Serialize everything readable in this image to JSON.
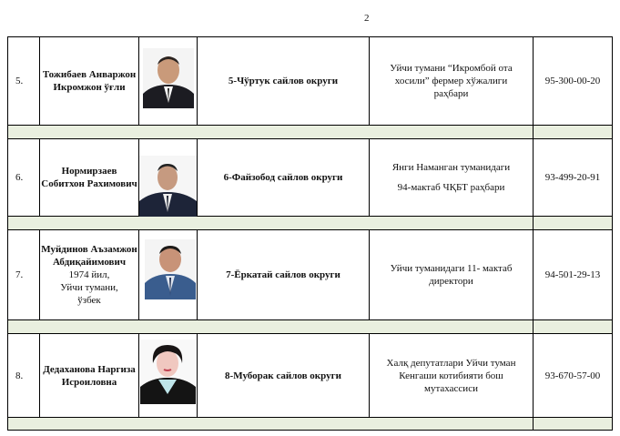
{
  "page_number": "2",
  "rows": [
    {
      "num": "5.",
      "name": "Тожибаев Анваржон Икромжон ўғли",
      "extra": [],
      "district": "5-Чўртук сайлов округи",
      "position": [
        "Уйчи тумани “Икромбой ота хосили” фермер хўжалиги раҳбари"
      ],
      "phone": "95-300-00-20"
    },
    {
      "num": "6.",
      "name": "Нормирзаев Собитхон Рахимович",
      "extra": [],
      "district": "6-Файзобод сайлов округи",
      "position": [
        "Янги Наманган туманидаги",
        "94-мактаб ЧҚБТ раҳбари"
      ],
      "phone": "93-499-20-91"
    },
    {
      "num": "7.",
      "name": "Муйдинов Аъзамжон Абдиқайимович",
      "extra": [
        "1974 йил,",
        "Уйчи тумани,",
        "ўзбек"
      ],
      "district": "7-Ёркатай сайлов округи",
      "position": [
        "Уйчи туманидаги  11- мактаб директори"
      ],
      "phone": "94-501-29-13"
    },
    {
      "num": "8.",
      "name": "Дедаханова Наргиза Исроиловна",
      "extra": [],
      "district": "8-Муборак сайлов округи",
      "position": [
        "Халқ депутатлари Уйчи туман Кенгаши котибияти бош мутахассиси"
      ],
      "phone": "93-670-57-00"
    }
  ]
}
